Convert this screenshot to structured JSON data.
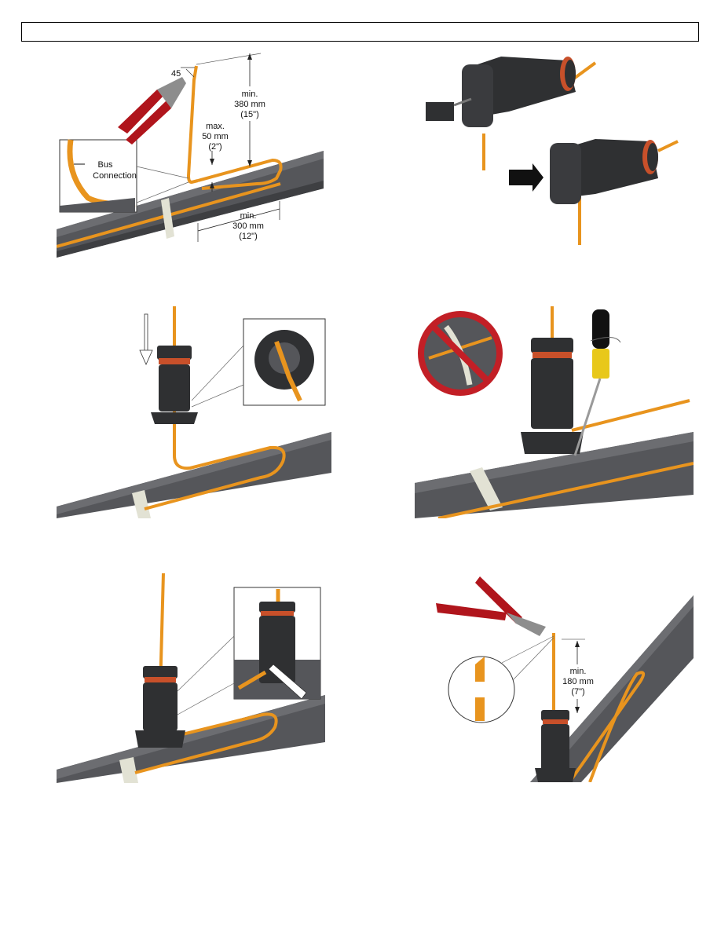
{
  "header": {
    "title": ""
  },
  "colors": {
    "pipe": "#55565a",
    "pipe_dark": "#3e3f42",
    "cable": "#e8941e",
    "cable_dark": "#b86a0c",
    "kit_body": "#2f3032",
    "seal_ring": "#c8502a",
    "handle_red": "#b0151c",
    "screwdriver_yellow": "#e8c81a",
    "prohibit_red": "#c21f26",
    "strap": "#e2e2d4"
  },
  "panels": {
    "step1": {
      "icons": [
        "cutter-pliers-icon"
      ],
      "angle_label": "45",
      "inset_label_line1": "Bus",
      "inset_label_line2": "Connection",
      "dim_height": {
        "line1": "min.",
        "line2": "380 mm",
        "line3": "(15\")"
      },
      "dim_bend": {
        "line1": "max.",
        "line2": "50 mm",
        "line3": "(2\")"
      },
      "dim_length": {
        "line1": "min.",
        "line2": "300 mm",
        "line3": "(12\")"
      }
    },
    "step2": {
      "icons": [
        "connector-body-icon",
        "grommet-icon",
        "arrow-right-icon"
      ]
    },
    "step3": {
      "icons": [
        "arrow-down-icon",
        "connector-body-icon",
        "zoom-inset-icon"
      ]
    },
    "step4": {
      "icons": [
        "prohibited-icon",
        "screwdriver-icon",
        "connector-body-icon"
      ]
    },
    "step5": {
      "icons": [
        "connector-body-icon",
        "zoom-inset-icon",
        "arrow-pointer-icon"
      ]
    },
    "step6": {
      "icons": [
        "cutter-pliers-icon",
        "zoom-inset-icon"
      ],
      "dim_cut": {
        "line1": "min.",
        "line2": "180 mm",
        "line3": "(7\")"
      }
    }
  }
}
